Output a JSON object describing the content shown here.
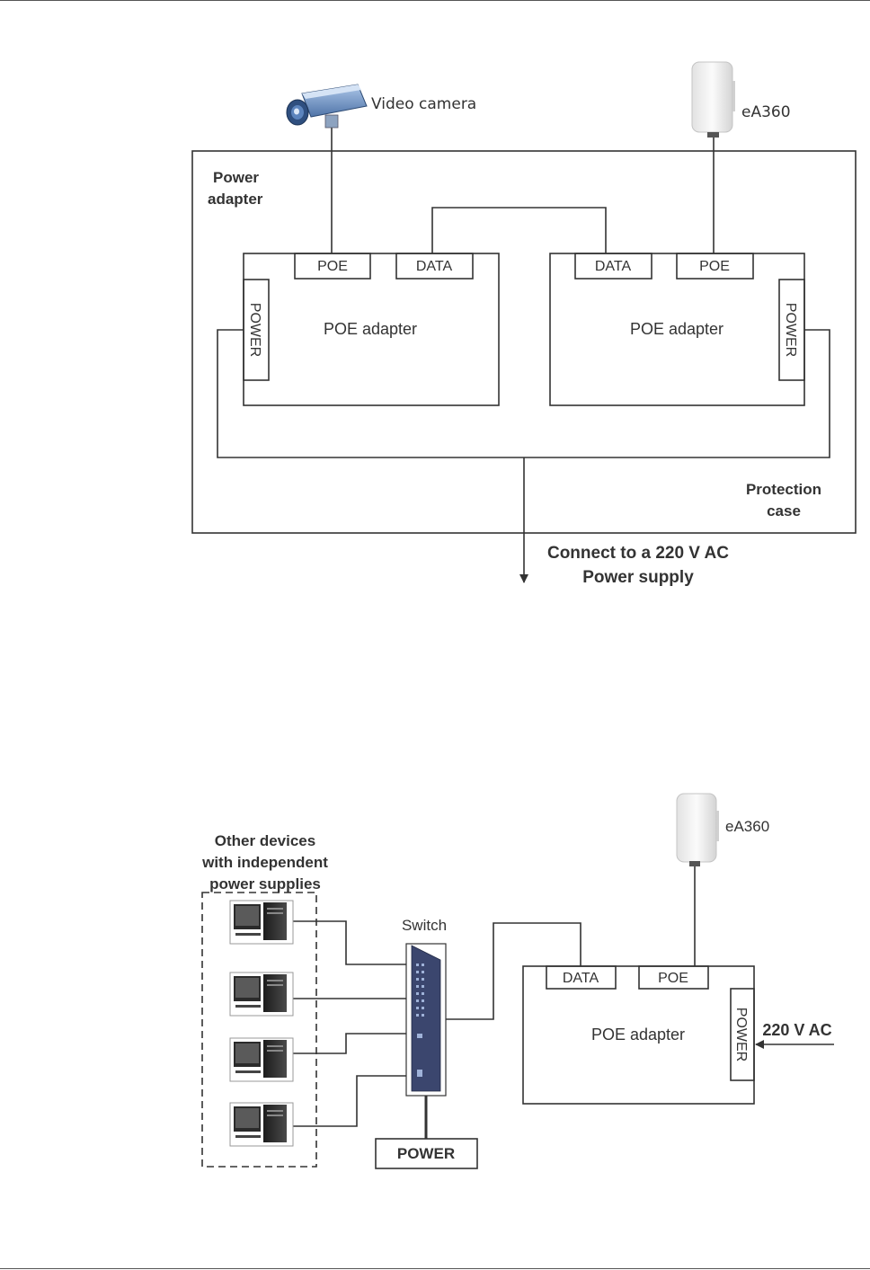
{
  "diagram1": {
    "camera_label": "Video camera",
    "ap_label": "eA360",
    "power_adapter_label": [
      "Power",
      "adapter"
    ],
    "protection_case_label": [
      "Protection",
      "case"
    ],
    "left_adapter": {
      "title": "POE adapter",
      "port_poe": "POE",
      "port_data": "DATA",
      "port_power": "POWER"
    },
    "right_adapter": {
      "title": "POE adapter",
      "port_poe": "POE",
      "port_data": "DATA",
      "port_power": "POWER"
    },
    "supply_label": [
      "Connect to a 220 V AC",
      "Power supply"
    ]
  },
  "diagram2": {
    "devices_label": [
      "Other devices",
      "with independent",
      "power supplies"
    ],
    "switch_label": "Switch",
    "switch_power_label": "POWER",
    "ap_label": "eA360",
    "adapter": {
      "title": "POE adapter",
      "port_data": "DATA",
      "port_poe": "POE",
      "port_power": "POWER"
    },
    "ac_label": "220 V AC"
  },
  "colors": {
    "line": "#333333",
    "text": "#333333",
    "background": "#ffffff"
  }
}
